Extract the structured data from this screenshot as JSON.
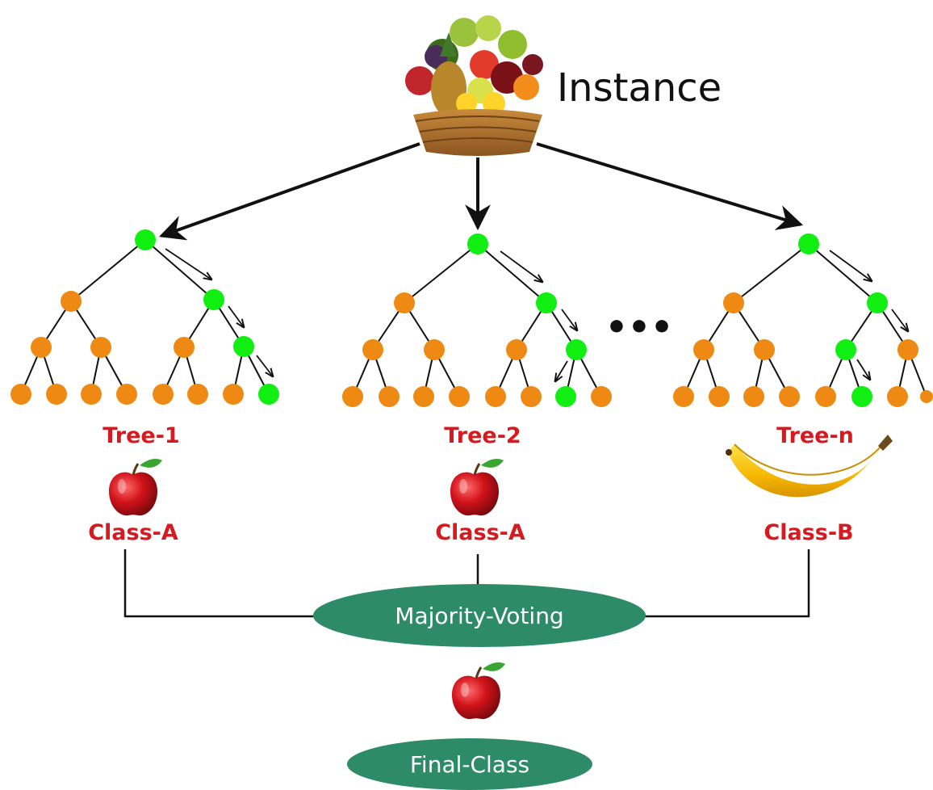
{
  "instance": {
    "label": "Instance"
  },
  "trees": [
    {
      "label": "Tree-1",
      "class_label": "Class-A",
      "prediction_icon": "apple-icon"
    },
    {
      "label": "Tree-2",
      "class_label": "Class-A",
      "prediction_icon": "apple-icon"
    },
    {
      "label": "Tree-n",
      "class_label": "Class-B",
      "prediction_icon": "banana-icon"
    }
  ],
  "ellipsis": "•••",
  "voting": {
    "label": "Majority-Voting"
  },
  "final": {
    "label": "Final-Class",
    "prediction_icon": "apple-icon"
  },
  "colors": {
    "decision_node": "#ee8a13",
    "path_node": "#11ee11",
    "label_red": "#d71920",
    "oval_green": "#2e8b6a"
  }
}
